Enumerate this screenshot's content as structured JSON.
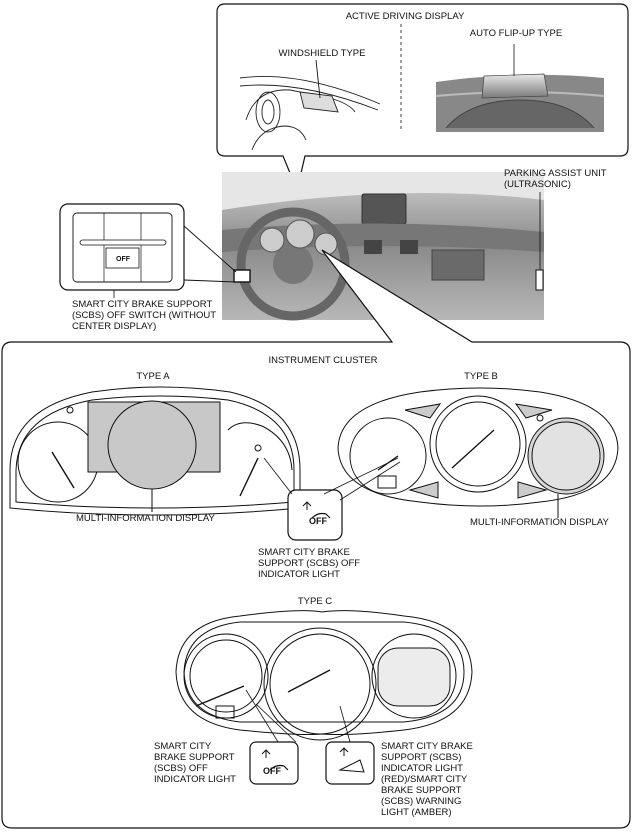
{
  "active_driving_display": {
    "title": "ACTIVE DRIVING DISPLAY",
    "windshield_type": "WINDSHIELD TYPE",
    "auto_flip_up_type": "AUTO FLIP-UP TYPE"
  },
  "parking_assist": {
    "label": "PARKING ASSIST UNIT\n(ULTRASONIC)"
  },
  "scbs_switch": {
    "label": "SMART CITY BRAKE SUPPORT\n(SCBS) OFF SWITCH (WITHOUT\nCENTER DISPLAY)",
    "icon_text": "OFF"
  },
  "instrument_cluster": {
    "title": "INSTRUMENT CLUSTER",
    "type_a": {
      "title": "TYPE A",
      "mid_label": "MULTI-INFORMATION DISPLAY"
    },
    "type_b": {
      "title": "TYPE B",
      "mid_label": "MULTI-INFORMATION DISPLAY"
    },
    "off_indicator_label": "SMART CITY BRAKE\nSUPPORT (SCBS) OFF\nINDICATOR LIGHT",
    "off_icon_text": "OFF",
    "type_c": {
      "title": "TYPE C",
      "off_label": "SMART CITY\nBRAKE SUPPORT\n(SCBS) OFF\nINDICATOR LIGHT",
      "warn_label": "SMART CITY BRAKE\nSUPPORT (SCBS)\nINDICATOR LIGHT\n(RED)/SMART CITY\nBRAKE SUPPORT\n(SCBS)  WARNING\nLIGHT (AMBER)",
      "off_icon_text": "OFF"
    }
  },
  "colors": {
    "line": "#111111",
    "photo_gray": "#9a9a9a",
    "display_gray": "#c8c8c8"
  }
}
